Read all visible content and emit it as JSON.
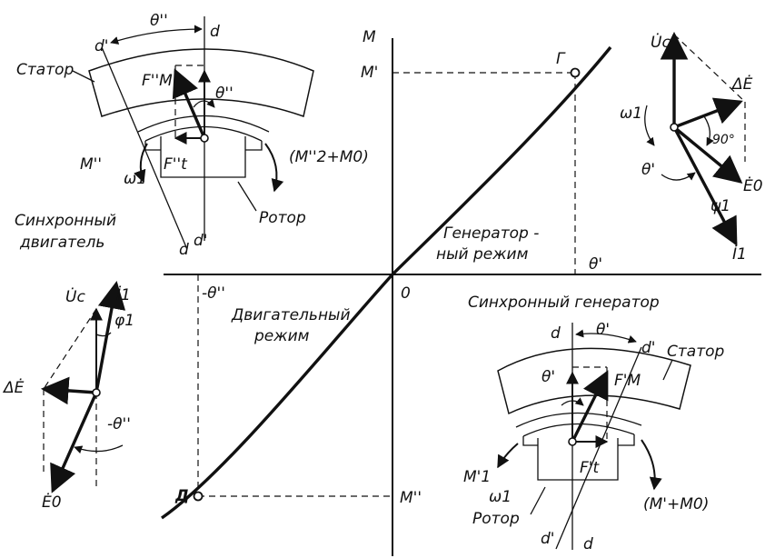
{
  "curve": {
    "axis_m": "M",
    "axis_theta_pos": "θ'",
    "axis_theta_neg": "-θ''",
    "origin": "0",
    "m_pos": "M'",
    "m_neg": "M''",
    "point_gen": "Г",
    "point_motor": "Д",
    "gen_region_line1": "Генератор -",
    "gen_region_line2": "ный режим",
    "motor_region_line1": "Двигательный",
    "motor_region_line2": "режим"
  },
  "motor_machine": {
    "caption_line1": "Синхронный",
    "caption_line2": "двигатель",
    "stator": "Статор",
    "rotor": "Ротор",
    "theta_top": "θ''",
    "theta_inner": "θ''",
    "d_top": "d",
    "d_prime_top": "d'",
    "d_bottom": "d",
    "d_prime_bottom": "d'",
    "f_m": "F''M",
    "f_t": "F''t",
    "torque_left": "M''",
    "torque_right": "(M''2+M0)",
    "omega": "ω1"
  },
  "generator_machine": {
    "caption": "Синхронный генератор",
    "stator": "Статор",
    "rotor": "Ротор",
    "theta_top": "θ'",
    "theta_inner": "θ'",
    "d_top": "d",
    "d_prime_top": "d'",
    "d_bottom": "d",
    "d_prime_bottom": "d'",
    "f_m": "F'M",
    "f_t": "F't",
    "torque_left": "M'1",
    "torque_right": "(M'+M0)",
    "omega": "ω1"
  },
  "gen_phasor": {
    "u": "U̇c",
    "delta_e": "ΔĖ",
    "e0": "Ė0",
    "i": "İ1",
    "omega": "ω1",
    "angle_90": "90°",
    "theta": "θ'",
    "phi": "ψ1"
  },
  "motor_phasor": {
    "u": "U̇c",
    "i": "İ1",
    "phi": "φ1",
    "delta_e": "ΔĖ",
    "theta": "-θ''",
    "e0": "Ė0"
  }
}
